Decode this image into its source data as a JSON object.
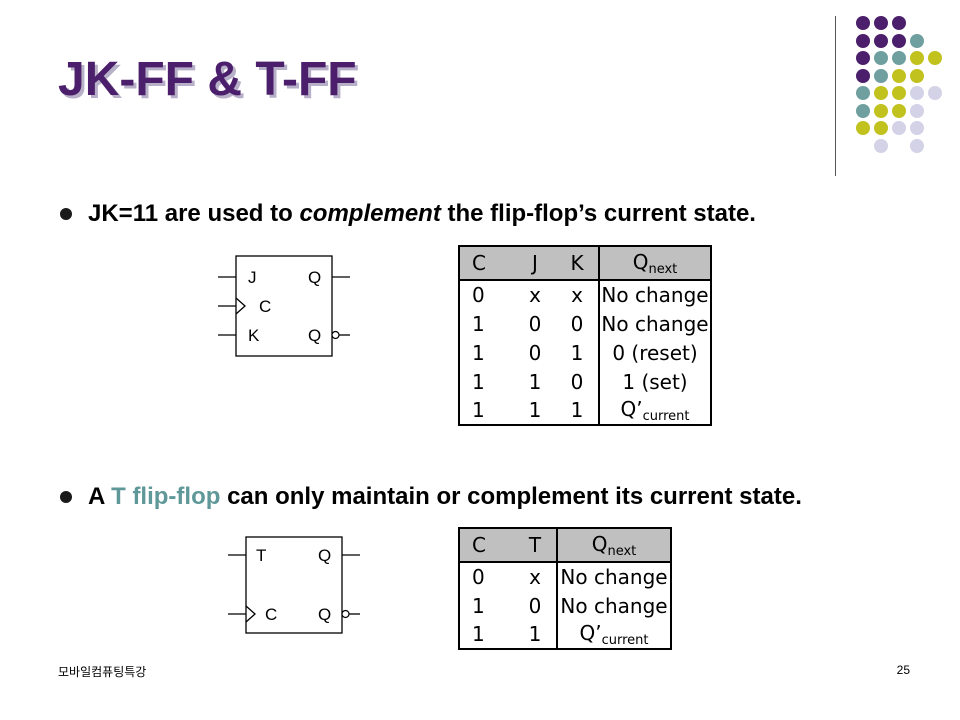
{
  "slide": {
    "title": "JK-FF & T-FF",
    "bullet1": {
      "before": "JK=11 are used to ",
      "emph": "complement",
      "after": " the flip-flop’s current state."
    },
    "bullet2": {
      "before": "A ",
      "highlight": "T flip-flop",
      "after": " can only maintain or complement its current state."
    },
    "jk_symbol": {
      "pin_j": "J",
      "pin_c": "C",
      "pin_k": "K",
      "pin_q": "Q",
      "pin_qn": "Q"
    },
    "t_symbol": {
      "pin_t": "T",
      "pin_c": "C",
      "pin_q": "Q",
      "pin_qn": "Q"
    },
    "jk_table": {
      "headers": [
        "C",
        "J",
        "K",
        "Q",
        "next"
      ],
      "rows": [
        [
          "0",
          "x",
          "x",
          "No change"
        ],
        [
          "1",
          "0",
          "0",
          "No change"
        ],
        [
          "1",
          "0",
          "1",
          "0 (reset)"
        ],
        [
          "1",
          "1",
          "0",
          "1 (set)"
        ],
        [
          "1",
          "1",
          "1",
          "Q’",
          "current"
        ]
      ]
    },
    "t_table": {
      "headers": [
        "C",
        "T",
        "Q",
        "next"
      ],
      "rows": [
        [
          "0",
          "x",
          "No change"
        ],
        [
          "1",
          "0",
          "No change"
        ],
        [
          "1",
          "1",
          "Q’",
          "current"
        ]
      ]
    },
    "footer": {
      "course": "모바일컴퓨팅특강",
      "page": "25"
    }
  },
  "colors": {
    "title": "#4b1f6b",
    "title_shadow": "#b7b0c8",
    "teal": "#5f9898",
    "dot_purple": "#4b1f6b",
    "dot_teal": "#6f9f9f",
    "dot_yellow": "#c2c21f",
    "dot_lavender": "#d4d2e6",
    "table_header": "#c0c0c0"
  }
}
